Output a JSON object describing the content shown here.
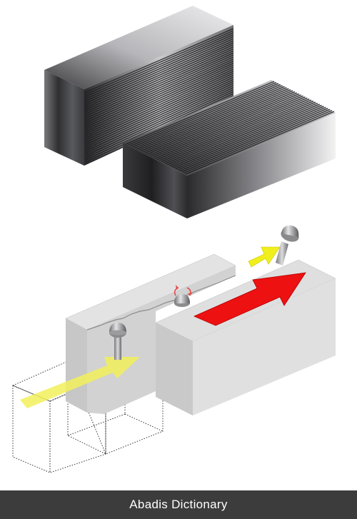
{
  "caption": {
    "text": "Abadis Dictionary"
  },
  "colors": {
    "caption_bg": "#3c3c3c",
    "metal_dark": "#2e2e30",
    "metal_light": "#e8e8ea",
    "block_grey": "#d0d0d0",
    "arrow_red": "#ee1111",
    "arrow_yellow": "#f0ee1c"
  },
  "illustration": {
    "top_figure": "two-serrated-metal-blocks",
    "bottom_figure": "assembled-blocks-with-screws-and-arrows",
    "icons": [
      "screw-icon",
      "rotation-arrows-icon",
      "red-arrow-icon",
      "yellow-arrow-icon"
    ]
  }
}
